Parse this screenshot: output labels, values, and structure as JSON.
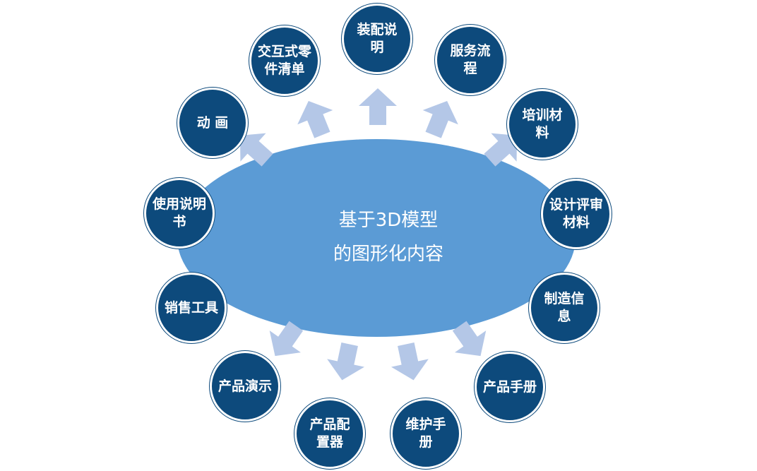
{
  "center": {
    "line1": "基于3D模型",
    "line2": "的图形化内容"
  },
  "colors": {
    "ellipse": "#5b9bd5",
    "node": "#0d4a7c",
    "arrow": "#b4c7e7",
    "text": "#ffffff"
  },
  "nodes": [
    {
      "label": "装配说明"
    },
    {
      "label": "服务流程"
    },
    {
      "label": "培训材料"
    },
    {
      "label": "设计评审材料"
    },
    {
      "label": "制造信息"
    },
    {
      "label": "产品手册"
    },
    {
      "label": "维护手册"
    },
    {
      "label": "产品配置器"
    },
    {
      "label": "产品演示"
    },
    {
      "label": "销售工具"
    },
    {
      "label": "使用说明书"
    },
    {
      "label": "动 画"
    },
    {
      "label": "交互式零件清单"
    }
  ]
}
